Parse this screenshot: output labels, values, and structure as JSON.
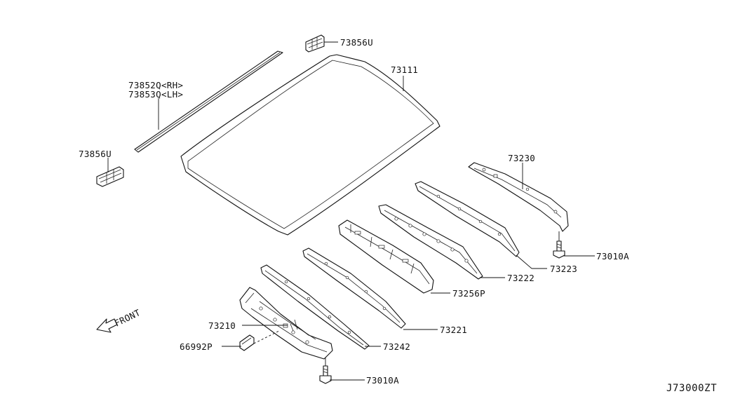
{
  "diagram": {
    "reference_code": "J73000ZT",
    "front_label": "FRONT",
    "parts": {
      "clip_top": "73856U",
      "clip_left": "73856U",
      "molding_rh": "73852Q<RH>",
      "molding_lh": "73853Q<LH>",
      "roof_panel": "73111",
      "rail_rear": "73230",
      "bolt_right": "73010A",
      "bow_223": "73223",
      "bow_222": "73222",
      "bow_256p": "73256P",
      "bow_221": "73221",
      "bow_242": "73242",
      "rail_front": "73210",
      "bracket": "66992P",
      "bolt_bottom": "73010A"
    }
  },
  "colors": {
    "line": "#111111",
    "background": "#ffffff"
  }
}
